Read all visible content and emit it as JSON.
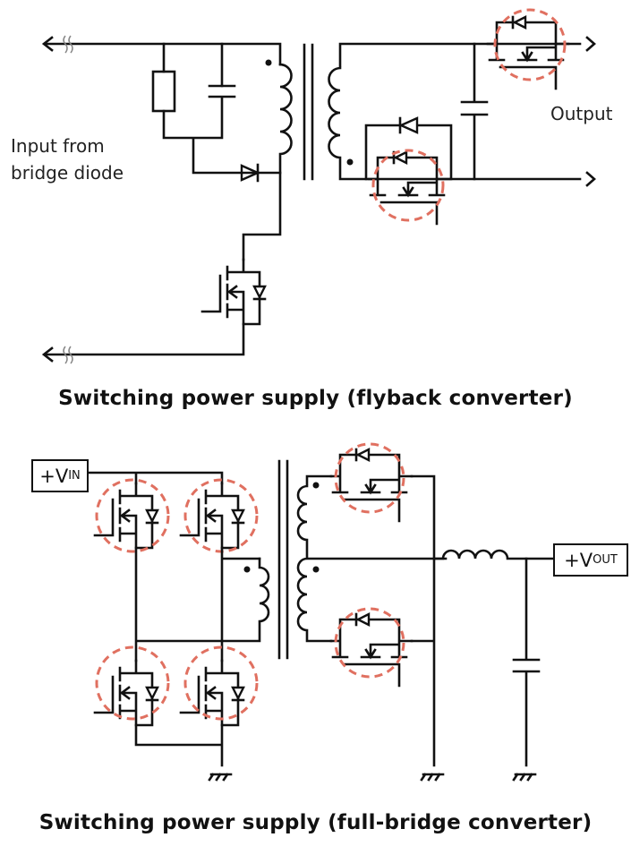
{
  "flyback": {
    "title": "Switching power supply (flyback converter)",
    "input_label_line1": "Input from",
    "input_label_line2": "bridge diode",
    "output_label": "Output",
    "highlighted_components": [
      "secondary MOSFET (top output)",
      "synchronous rectifier MOSFET"
    ]
  },
  "full_bridge": {
    "title": "Switching power supply (full-bridge converter)",
    "vin_label_main": "+V",
    "vin_label_sub": "IN",
    "vout_label_main": "+V",
    "vout_label_sub": "OUT",
    "highlighted_components": [
      "bridge MOSFET Q1",
      "bridge MOSFET Q2",
      "bridge MOSFET Q3",
      "bridge MOSFET Q4",
      "secondary rectifier MOSFET top",
      "secondary rectifier MOSFET bottom"
    ]
  },
  "colors": {
    "wire": "#111111",
    "highlight": "#e07060",
    "background": "#ffffff"
  }
}
